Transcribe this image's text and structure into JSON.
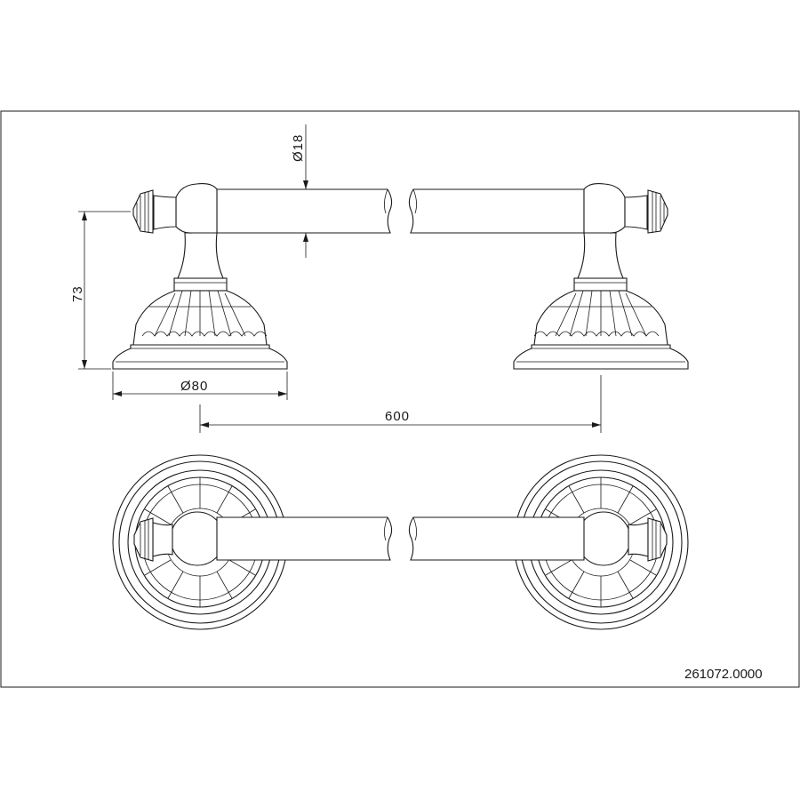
{
  "drawing": {
    "dimensions": {
      "tube_diameter": "Ø18",
      "height": "73",
      "base_diameter": "Ø80",
      "center_distance": "600"
    },
    "part_number": "261072.0000"
  }
}
